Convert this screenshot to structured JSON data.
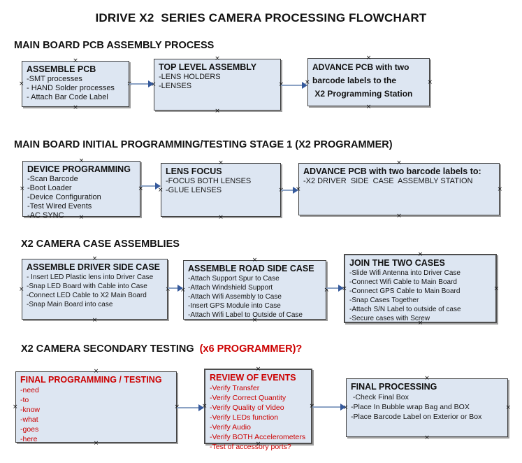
{
  "title": "IDRIVE X2  SERIES CAMERA PROCESSING FLOWCHART",
  "icons": {
    "connector_anchor": "×"
  },
  "colors": {
    "box_fill": "#dde6f2",
    "box_border": "#3f3f3f",
    "box_shadow": "#9e9e9e",
    "arrow_line": "#8ba2c4",
    "arrow_head": "#365a9c",
    "red_text": "#cc0000"
  },
  "sections": [
    {
      "heading": "MAIN BOARD PCB ASSEMBLY PROCESS",
      "boxes": [
        {
          "title": "ASSEMBLE PCB",
          "items": [
            "-SMT processes",
            "- HAND Solder processes",
            "- Attach Bar Code Label"
          ]
        },
        {
          "title": "TOP LEVEL ASSEMBLY",
          "items": [
            "-LENS HOLDERS",
            "-LENSES"
          ]
        },
        {
          "title": "",
          "items": [
            "ADVANCE PCB with two",
            "barcode labels to the",
            " X2 Programming Station"
          ]
        }
      ]
    },
    {
      "heading": "MAIN BOARD INITIAL PROGRAMMING/TESTING STAGE 1 (X2 PROGRAMMER)",
      "boxes": [
        {
          "title": "DEVICE PROGRAMMING",
          "items": [
            "-Scan Barcode",
            "-Boot Loader",
            "-Device Configuration",
            "-Test Wired Events",
            "-AC SYNC"
          ]
        },
        {
          "title": "LENS FOCUS",
          "items": [
            "-FOCUS BOTH LENSES",
            "-GLUE LENSES"
          ]
        },
        {
          "title": "ADVANCE PCB with two barcode labels to:",
          "items": [
            "-X2 DRIVER  SIDE  CASE  ASSEMBLY STATION"
          ]
        }
      ]
    },
    {
      "heading": "X2 CAMERA CASE ASSEMBLIES",
      "boxes": [
        {
          "title": "ASSEMBLE DRIVER SIDE CASE",
          "items": [
            "- Insert LED Plastic lens into Driver Case",
            "-Snap LED Board with Cable into Case",
            "-Connect LED Cable to X2 Main Board",
            "-Snap Main Board into case"
          ]
        },
        {
          "title": "ASSEMBLE ROAD SIDE CASE",
          "items": [
            "-Attach Support Spur to Case",
            "-Attach Windshield Support",
            "-Attach Wifi Assembly to Case",
            "-Insert GPS Module into Case",
            "-Attach Wifi Label to Outside of Case"
          ]
        },
        {
          "title": "JOIN THE TWO CASES",
          "items": [
            "-Slide Wifi Antenna into Driver Case",
            "-Connect Wifi Cable to Main Board",
            "-Connect GPS Cable to Main Board",
            "-Snap Cases Together",
            "-Attach S/N Label to outside of case",
            "-Secure cases with Screw"
          ]
        }
      ]
    },
    {
      "heading": "X2 CAMERA SECONDARY TESTING  ",
      "heading_red": "(x6 PROGRAMMER)?",
      "boxes": [
        {
          "title": "FINAL PROGRAMMING / TESTING",
          "items": [
            "-need",
            "-to",
            "-know",
            "-what",
            "-goes",
            "-here"
          ]
        },
        {
          "title": "REVIEW OF EVENTS",
          "items": [
            "-Verify Transfer",
            "-Verify Correct Quantity",
            "-Verify Quality of Video",
            "-Verify LEDs function",
            "-Verify Audio",
            "-Verify BOTH Accelerometers",
            "-Test of accessory ports?"
          ]
        },
        {
          "title": "FINAL PROCESSING",
          "items": [
            " -Check Final Box",
            "-Place In Bubble wrap Bag and BOX",
            "-Place Barcode Label on Exterior or Box"
          ]
        }
      ]
    }
  ]
}
